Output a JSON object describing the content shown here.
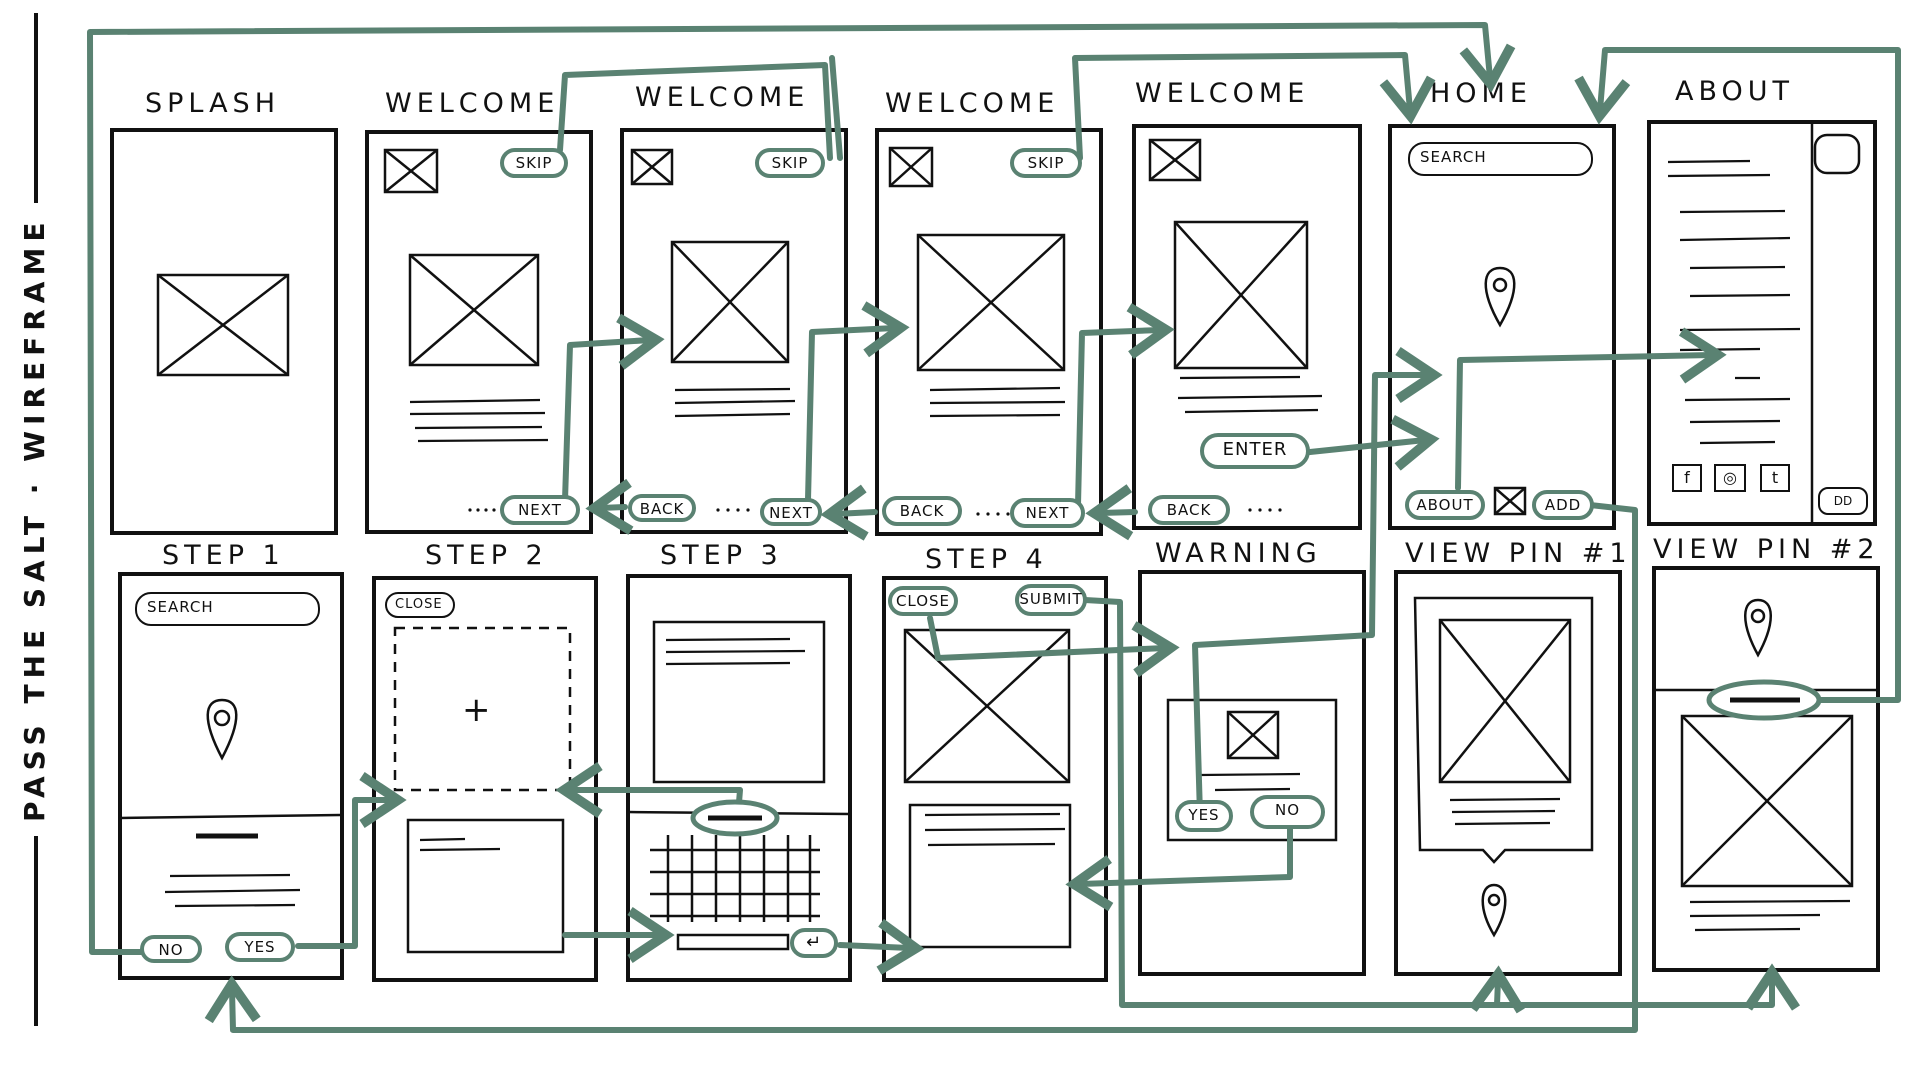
{
  "title": "PASS THE SALT · WIREFRAME",
  "colors": {
    "connector": "#5a8272",
    "ink": "#111111"
  },
  "screens": {
    "splash": "SPLASH",
    "welcome": "WELCOME",
    "home": "HOME",
    "about": "ABOUT",
    "step1": "STEP 1",
    "step2": "STEP 2",
    "step3": "STEP 3",
    "step4": "STEP 4",
    "warning": "WARNING",
    "view_pin_1": "VIEW PIN #1",
    "view_pin_2": "VIEW PIN #2"
  },
  "buttons": {
    "skip": "SKIP",
    "next": "NEXT",
    "back": "BACK",
    "enter": "ENTER",
    "about": "ABOUT",
    "add": "ADD",
    "no": "NO",
    "yes": "YES",
    "close": "CLOSE",
    "submit": "SUBMIT",
    "return": "↵",
    "plus": "+",
    "dd": "DD"
  },
  "fields": {
    "search": "SEARCH"
  },
  "social": [
    "f",
    "◎",
    "t"
  ],
  "icons": [
    "image-placeholder-icon",
    "location-pin-icon",
    "plus-icon",
    "return-icon",
    "facebook-icon",
    "instagram-icon",
    "twitter-icon"
  ]
}
